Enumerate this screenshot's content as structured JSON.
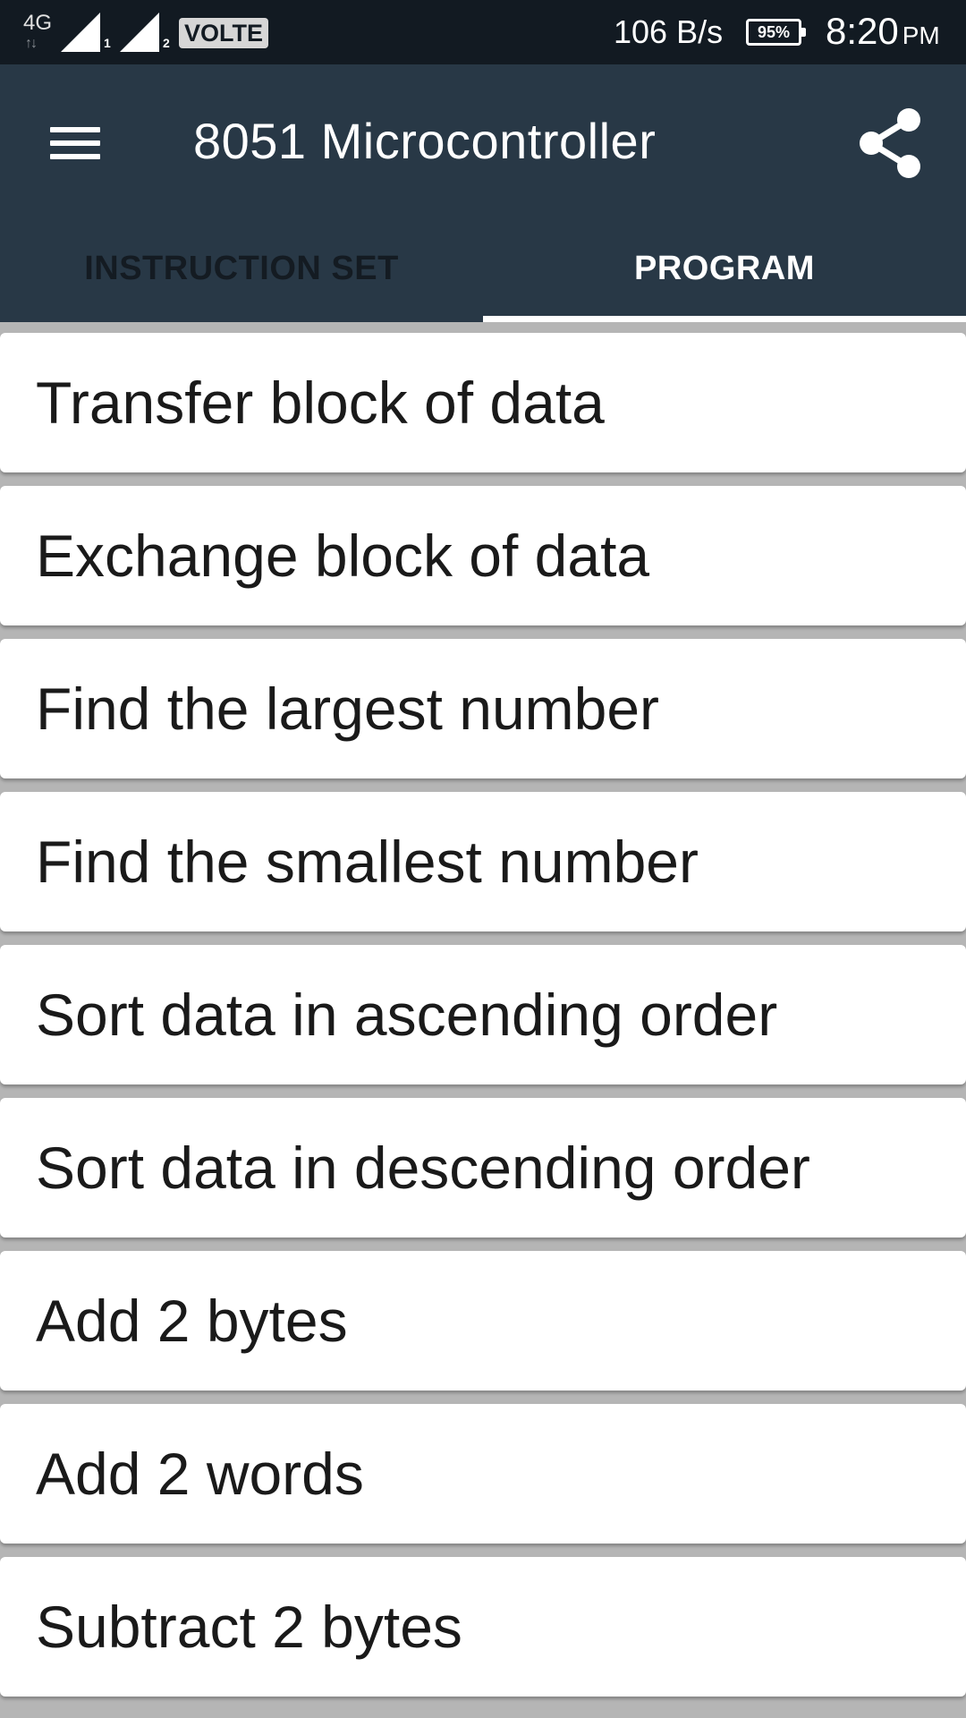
{
  "status_bar": {
    "network": "4G",
    "sim1": "1",
    "sim2": "2",
    "volte": "VOLTE",
    "speed": "106 B/s",
    "battery": "95%",
    "time": "8:20",
    "ampm": "PM"
  },
  "app_bar": {
    "title": "8051 Microcontroller",
    "menu_icon": "hamburger-menu-icon",
    "share_icon": "share-icon"
  },
  "tabs": [
    {
      "label": "INSTRUCTION SET",
      "selected": false
    },
    {
      "label": "PROGRAM",
      "selected": true
    }
  ],
  "programs": [
    {
      "label": "Transfer block of data"
    },
    {
      "label": "Exchange block of data"
    },
    {
      "label": "Find the largest number"
    },
    {
      "label": "Find the smallest number"
    },
    {
      "label": "Sort data in ascending order"
    },
    {
      "label": "Sort data in descending order"
    },
    {
      "label": "Add 2 bytes"
    },
    {
      "label": "Add 2 words"
    },
    {
      "label": "Subtract 2 bytes"
    }
  ],
  "colors": {
    "status_bar": "#121a22",
    "app_bar": "#283846",
    "list_background": "#b5b5b5",
    "card": "#ffffff",
    "text": "#1a1a1a"
  }
}
